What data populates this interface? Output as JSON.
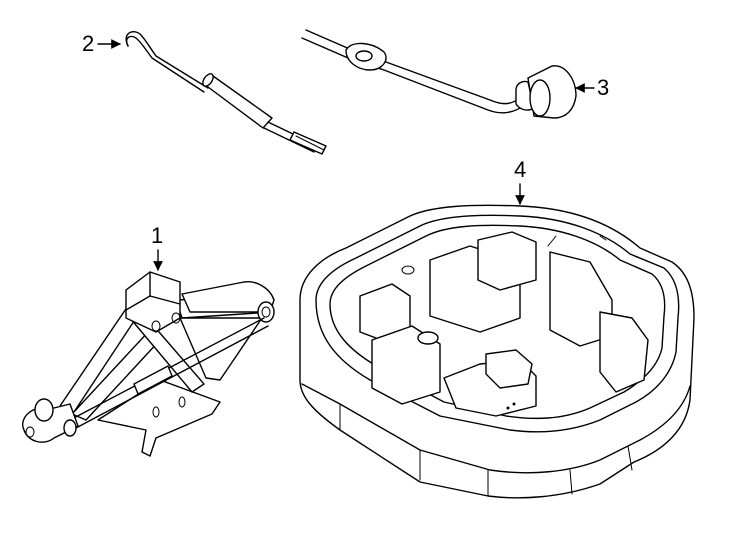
{
  "callouts": {
    "jack": "1",
    "jack_handle": "2",
    "lug_wrench": "3",
    "storage_tray": "4"
  }
}
